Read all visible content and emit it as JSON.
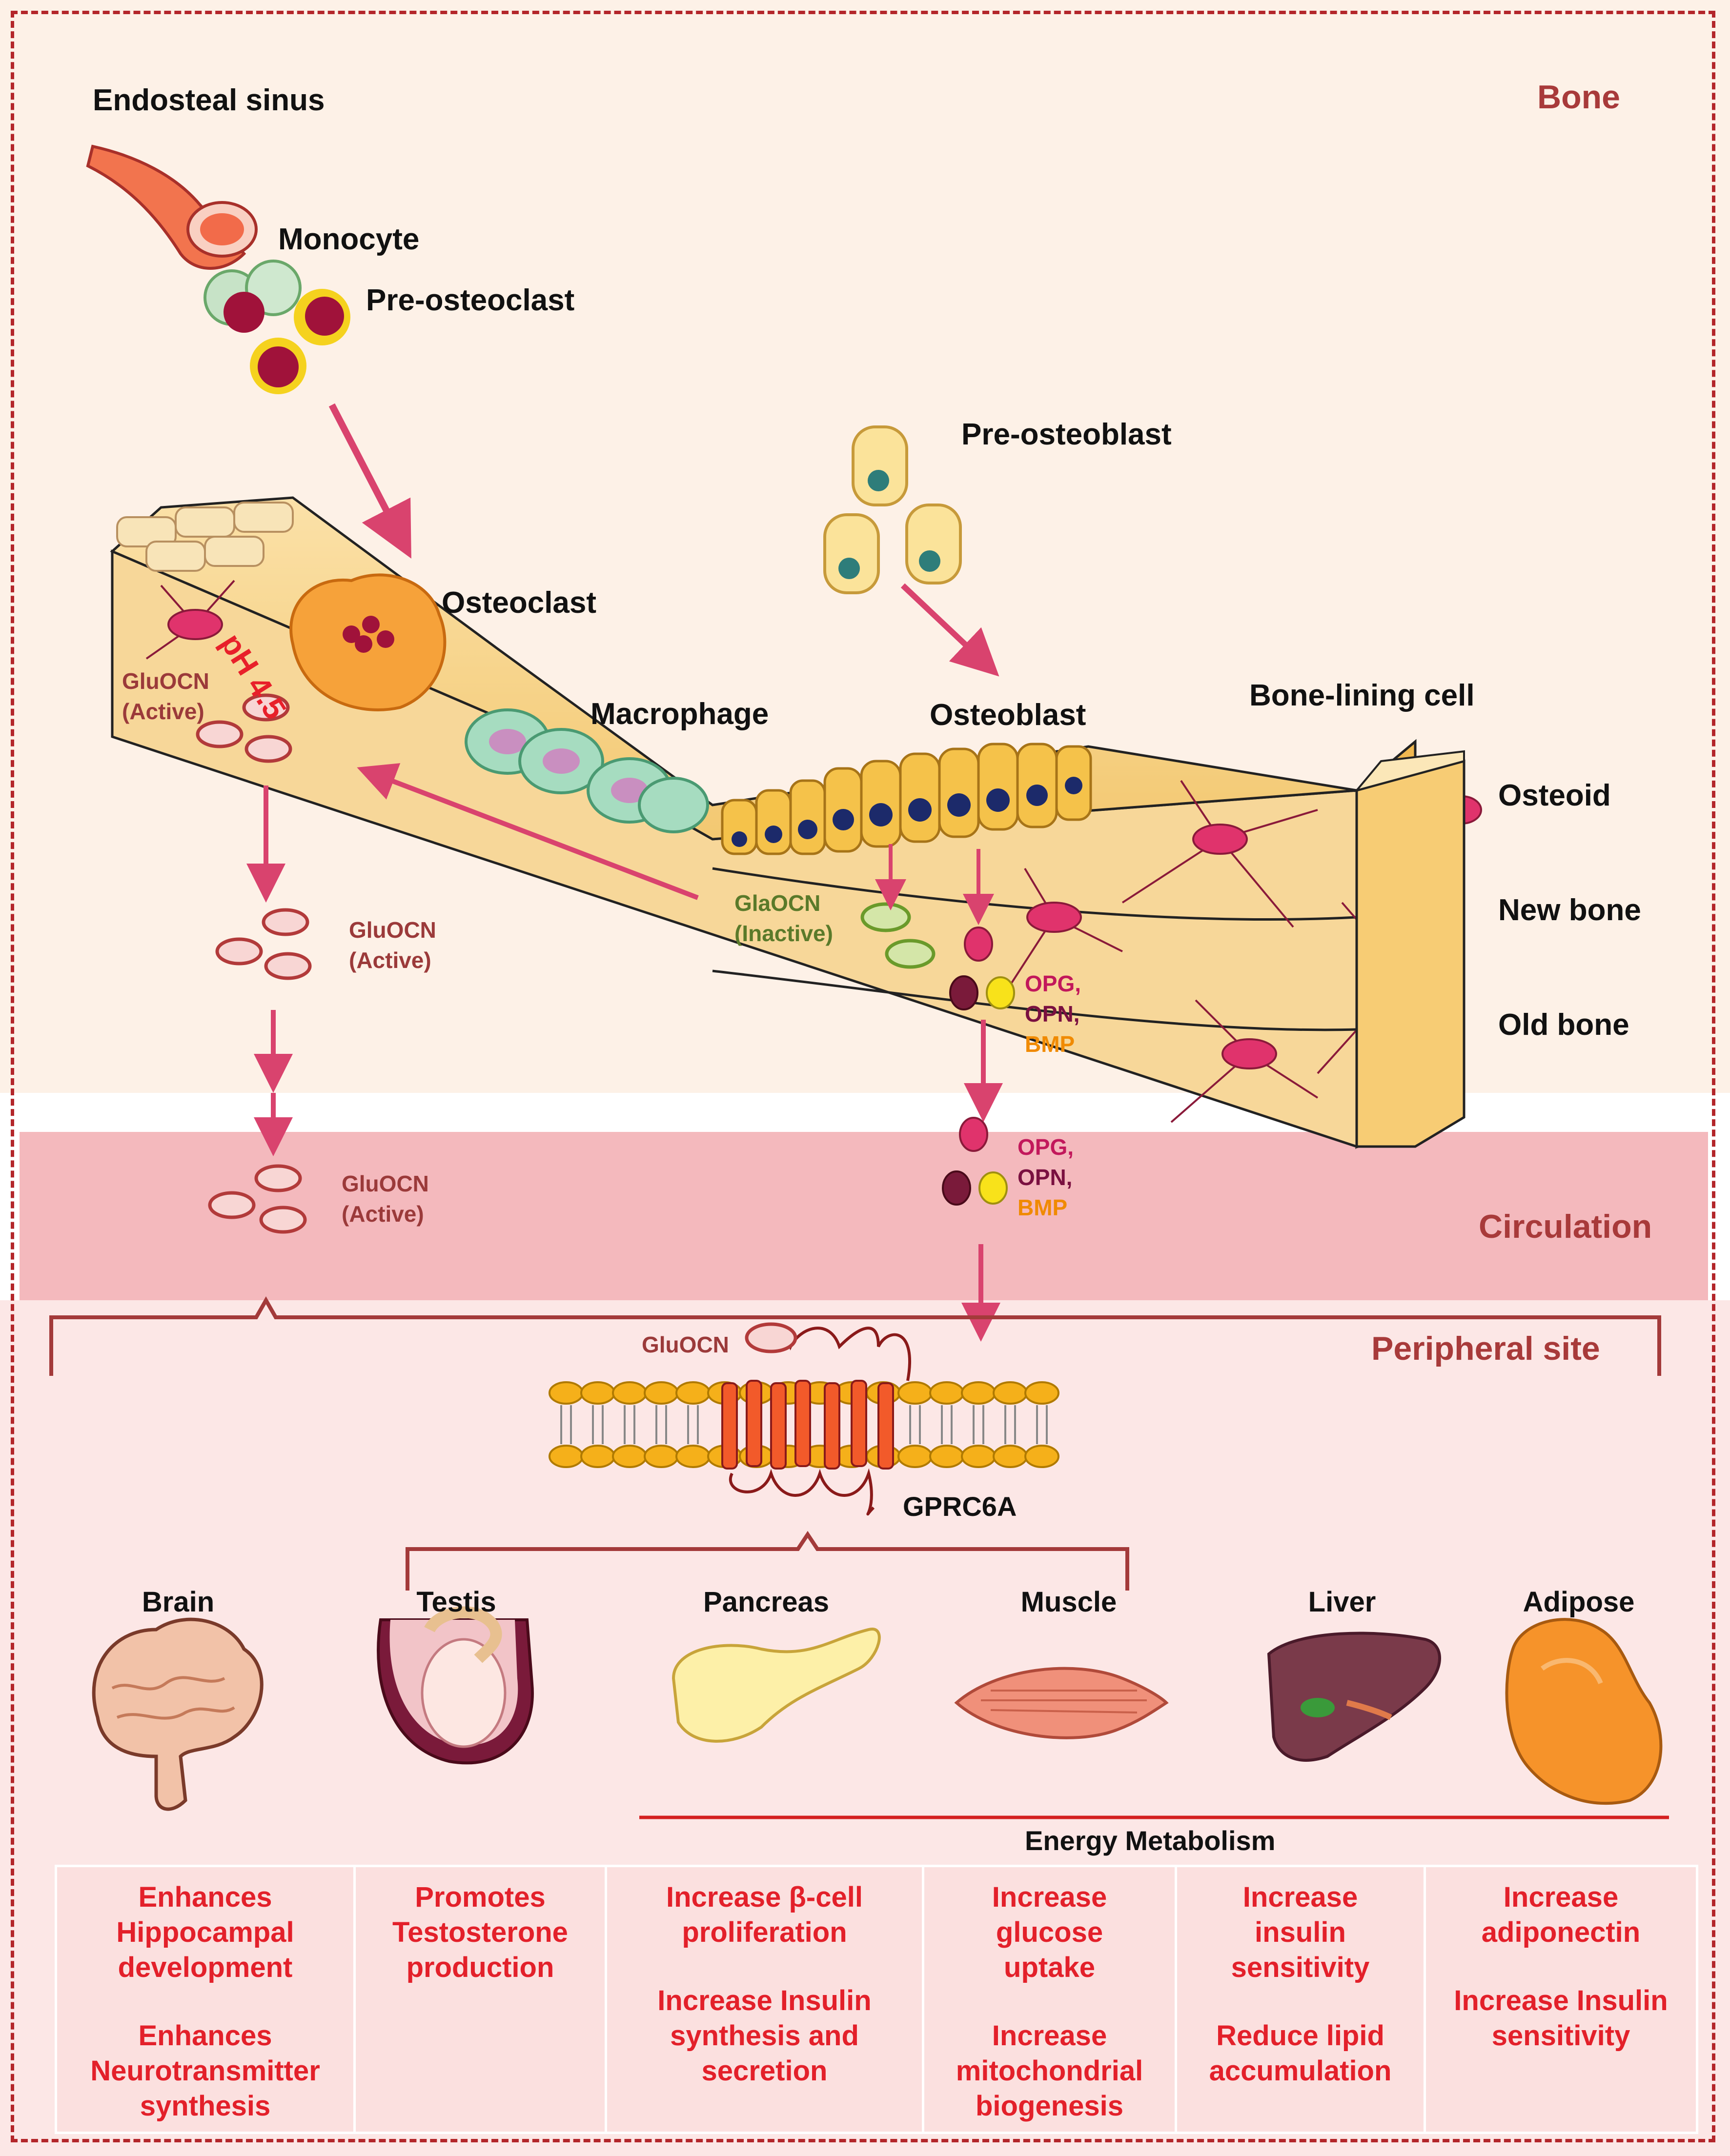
{
  "sections": {
    "bone": "Bone",
    "circulation": "Circulation",
    "peripheral": "Peripheral site"
  },
  "bone_labels": {
    "endosteal_sinus": "Endosteal sinus",
    "monocyte": "Monocyte",
    "pre_osteoclast": "Pre-osteoclast",
    "pre_osteoblast": "Pre-osteoblast",
    "osteoclast": "Osteoclast",
    "macrophage": "Macrophage",
    "osteoblast": "Osteoblast",
    "bone_lining_cell": "Bone-lining cell",
    "osteoid": "Osteoid",
    "new_bone": "New bone",
    "old_bone": "Old bone",
    "ph": "pH 4.5"
  },
  "molecules": {
    "gluocn": "GluOCN",
    "active": "(Active)",
    "glaocn": "GlaOCN",
    "inactive": "(Inactive)",
    "opg": "OPG,",
    "opn": "OPN,",
    "bmp": "BMP",
    "receptor_ligand": "GluOCN",
    "receptor": "GPRC6A"
  },
  "organs": [
    "Brain",
    "Testis",
    "Pancreas",
    "Muscle",
    "Liver",
    "Adipose"
  ],
  "energy_metabolism": "Energy Metabolism",
  "effects": [
    [
      "Enhances\nHippocampal\ndevelopment",
      "Enhances\nNeurotransmitter\nsynthesis"
    ],
    [
      "Promotes\nTestosterone\nproduction"
    ],
    [
      "Increase β-cell\nproliferation",
      "Increase Insulin\nsynthesis and\nsecretion"
    ],
    [
      "Increase\nglucose\nuptake",
      "Increase\nmitochondrial\nbiogenesis"
    ],
    [
      "Increase\ninsulin\nsensitivity",
      "Reduce lipid\naccumulation"
    ],
    [
      "Increase\nadiponectin",
      "Increase Insulin\nsensitivity"
    ]
  ],
  "colors": {
    "frame": "#b3262a",
    "bone_bg": "#fdf1e7",
    "circulation_bg": "#f4b9bd",
    "peripheral_bg": "#fce7e6",
    "arrow": "#d9436e",
    "effect_text": "#e3202a"
  }
}
